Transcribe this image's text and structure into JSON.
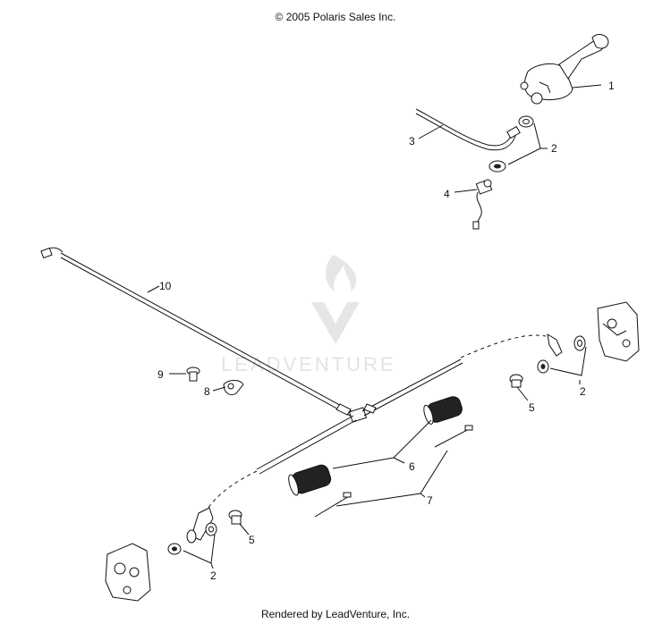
{
  "copyright": "© 2005 Polaris Sales Inc.",
  "footer": "Rendered by LeadVenture, Inc.",
  "watermark": "LEADVENTURE",
  "callouts": [
    {
      "id": "c1",
      "label": "1"
    },
    {
      "id": "c2a",
      "label": "2"
    },
    {
      "id": "c3",
      "label": "3"
    },
    {
      "id": "c4",
      "label": "4"
    },
    {
      "id": "c10",
      "label": "10"
    },
    {
      "id": "c9",
      "label": "9"
    },
    {
      "id": "c8",
      "label": "8"
    },
    {
      "id": "c2b",
      "label": "2"
    },
    {
      "id": "c5a",
      "label": "5"
    },
    {
      "id": "c6",
      "label": "6"
    },
    {
      "id": "c7",
      "label": "7"
    },
    {
      "id": "c5b",
      "label": "5"
    },
    {
      "id": "c2c",
      "label": "2"
    }
  ]
}
